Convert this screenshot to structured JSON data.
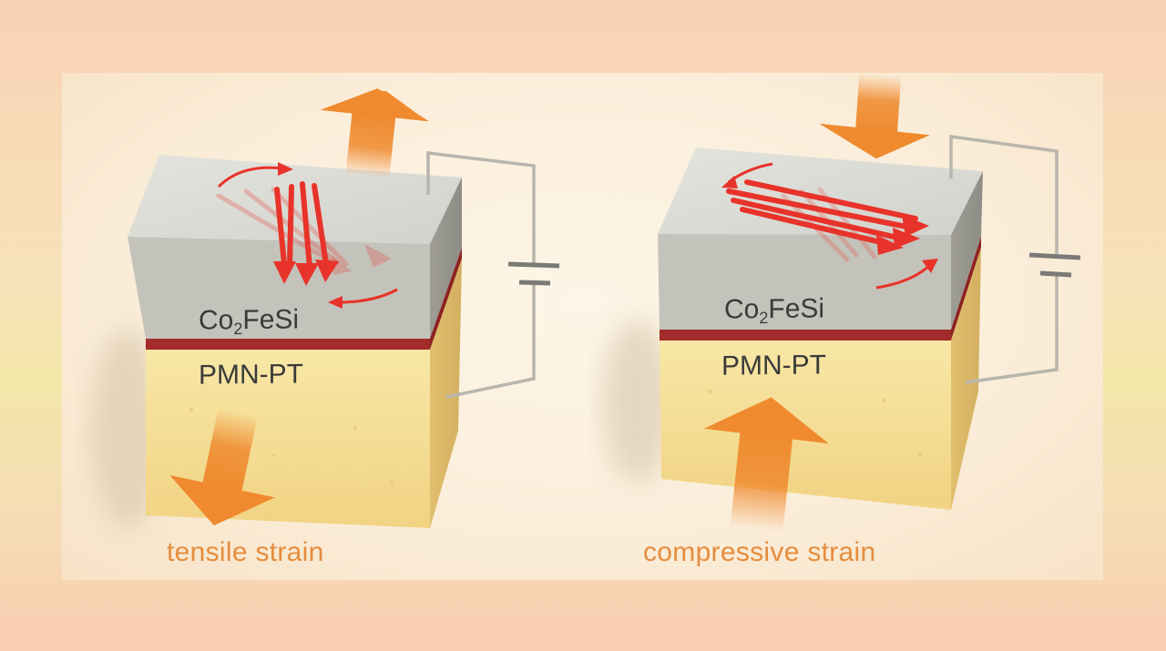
{
  "colors": {
    "strain_arrow": "#ef8a2e",
    "magnetization_arrow": "#e8332a",
    "top_layer": "#b9b8b0",
    "interface_layer": "#a32b2b",
    "substrate": "#f4dc92",
    "caption_text": "#e58d3e"
  },
  "left_panel": {
    "top_layer_prefix": "Co",
    "top_layer_sub": "2",
    "top_layer_suffix": "FeSi",
    "substrate_label": "PMN-PT",
    "caption": "tensile strain"
  },
  "right_panel": {
    "top_layer_prefix": "Co",
    "top_layer_sub": "2",
    "top_layer_suffix": "FeSi",
    "substrate_label": "PMN-PT",
    "caption": "compressive strain"
  }
}
